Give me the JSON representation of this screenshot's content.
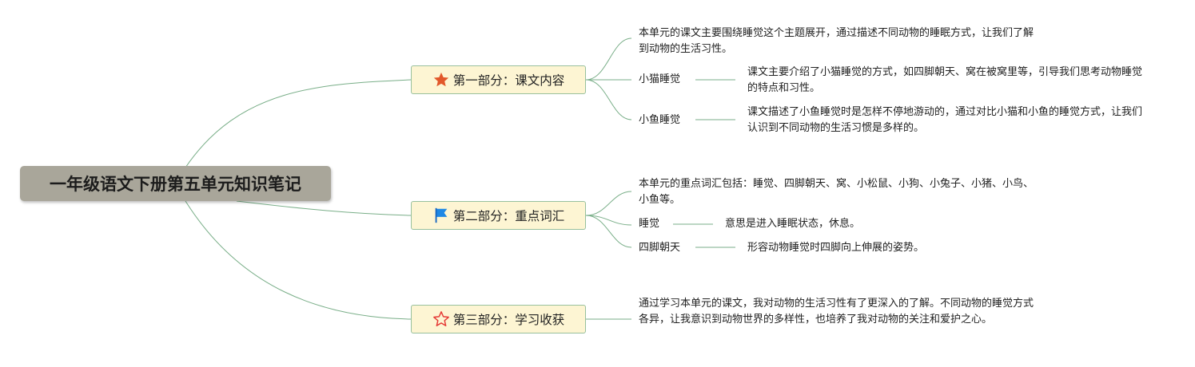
{
  "root": {
    "title": "一年级语文下册第五单元知识笔记"
  },
  "branches": [
    {
      "label": "第一部分：课文内容",
      "icon": "star-filled-icon",
      "icon_color": "#e2582a",
      "summary": "本单元的课文主要围绕睡觉这个主题展开，通过描述不同动物的睡眠方式，让我们了解到动物的生活习性。",
      "children": [
        {
          "label": "小猫睡觉",
          "detail": "课文主要介绍了小猫睡觉的方式，如四脚朝天、窝在被窝里等，引导我们思考动物睡觉的特点和习性。"
        },
        {
          "label": "小鱼睡觉",
          "detail": "课文描述了小鱼睡觉时是怎样不停地游动的，通过对比小猫和小鱼的睡觉方式，让我们认识到不同动物的生活习惯是多样的。"
        }
      ]
    },
    {
      "label": "第二部分：重点词汇",
      "icon": "flag-icon",
      "icon_color": "#1e88e5",
      "summary": "本单元的重点词汇包括：睡觉、四脚朝天、窝、小松鼠、小狗、小兔子、小猪、小鸟、小鱼等。",
      "children": [
        {
          "label": "睡觉",
          "detail": "意思是进入睡眠状态，休息。"
        },
        {
          "label": "四脚朝天",
          "detail": "形容动物睡觉时四脚向上伸展的姿势。"
        }
      ]
    },
    {
      "label": "第三部分：学习收获",
      "icon": "star-outline-icon",
      "icon_color": "#e53935",
      "summary": "通过学习本单元的课文，我对动物的生活习性有了更深入的了解。不同动物的睡觉方式各异，让我意识到动物世界的多样性，也培养了我对动物的关注和爱护之心。",
      "children": []
    }
  ],
  "colors": {
    "connector": "#79ae88",
    "root_bg": "#a9a69a",
    "branch_bg": "#fdf5d3",
    "branch_border": "#98c09d"
  }
}
